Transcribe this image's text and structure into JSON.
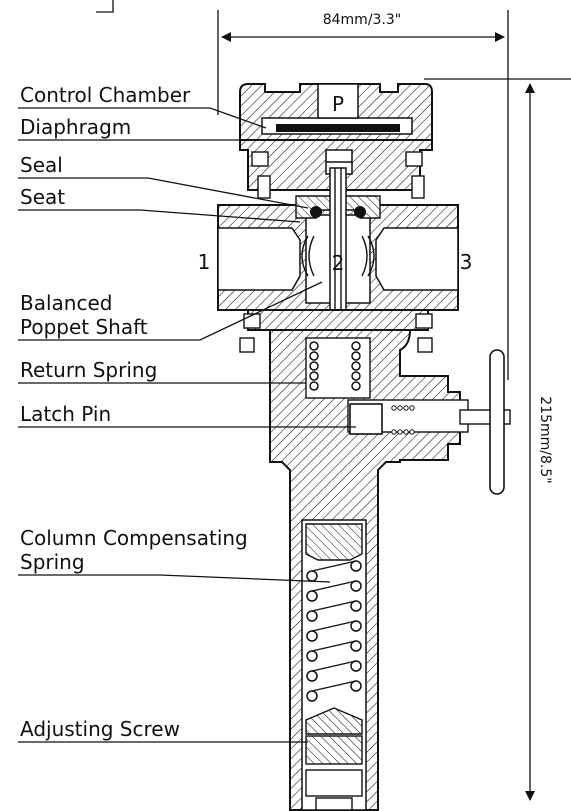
{
  "dimensions": {
    "width_label": "84mm/3.3\"",
    "height_label": "215mm/8.5\""
  },
  "callouts": {
    "control_chamber": "Control Chamber",
    "diaphragm": "Diaphragm",
    "seal": "Seal",
    "seat": "Seat",
    "balanced_line1": "Balanced",
    "balanced_line2": "Poppet Shaft",
    "return_spring": "Return Spring",
    "latch_pin": "Latch Pin",
    "column_line1": "Column Compensating",
    "column_line2": "Spring",
    "adjusting_screw": "Adjusting Screw"
  },
  "ports": {
    "pilot": "P",
    "port1": "1",
    "port2": "2",
    "port3": "3"
  },
  "colors": {
    "line": "#111111",
    "body_fill": "#ffffff",
    "seal_fill": "#111111"
  }
}
